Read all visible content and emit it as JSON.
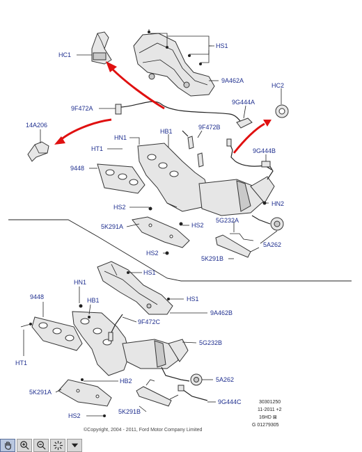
{
  "callouts": {
    "hc1": "HC1",
    "hs1_top": "HS1",
    "9a462a": "9A462A",
    "hc2": "HC2",
    "9f472a": "9F472A",
    "9g444a": "9G444A",
    "14a206": "14A206",
    "hn1_top": "HN1",
    "hb1_top": "HB1",
    "9f472b": "9F472B",
    "ht1_top": "HT1",
    "9g444b": "9G444B",
    "9448_top": "9448",
    "hn2": "HN2",
    "hs2_top": "HS2",
    "5k291a_top": "5K291A",
    "hs2_mid_right": "HS2",
    "5g232a": "5G232A",
    "5a262_top": "5A262",
    "hs2_mid": "HS2",
    "5k291b_top": "5K291B",
    "hs1_b1": "HS1",
    "hn1_b": "HN1",
    "9448_b": "9448",
    "hs1_b2": "HS1",
    "hb1_b": "HB1",
    "9a462b": "9A462B",
    "9f472c": "9F472C",
    "5g232b": "5G232B",
    "ht1_b": "HT1",
    "5a262_b": "5A262",
    "hb2": "HB2",
    "5k291a_b": "5K291A",
    "5k291b_b": "5K291B",
    "9g444c": "9G444C",
    "hs2_b": "HS2"
  },
  "meta": {
    "line1": "30301250",
    "line2": "11-2011 +2",
    "line3": "16HD ⊠",
    "line4": "G 01279305"
  },
  "copyright": "©Copyright, 2004 - 2011, Ford Motor Company Limited",
  "colors": {
    "accent_red": "#e01010",
    "label_blue": "#1f2f8f"
  },
  "toolbar": {
    "buttons": [
      {
        "icon": "pan-hand-icon",
        "active": true
      },
      {
        "icon": "zoom-in-icon",
        "active": false
      },
      {
        "icon": "zoom-out-icon",
        "active": false
      },
      {
        "icon": "zoom-window-icon",
        "active": false
      },
      {
        "icon": "dropdown-arrow-icon",
        "active": false
      }
    ]
  }
}
